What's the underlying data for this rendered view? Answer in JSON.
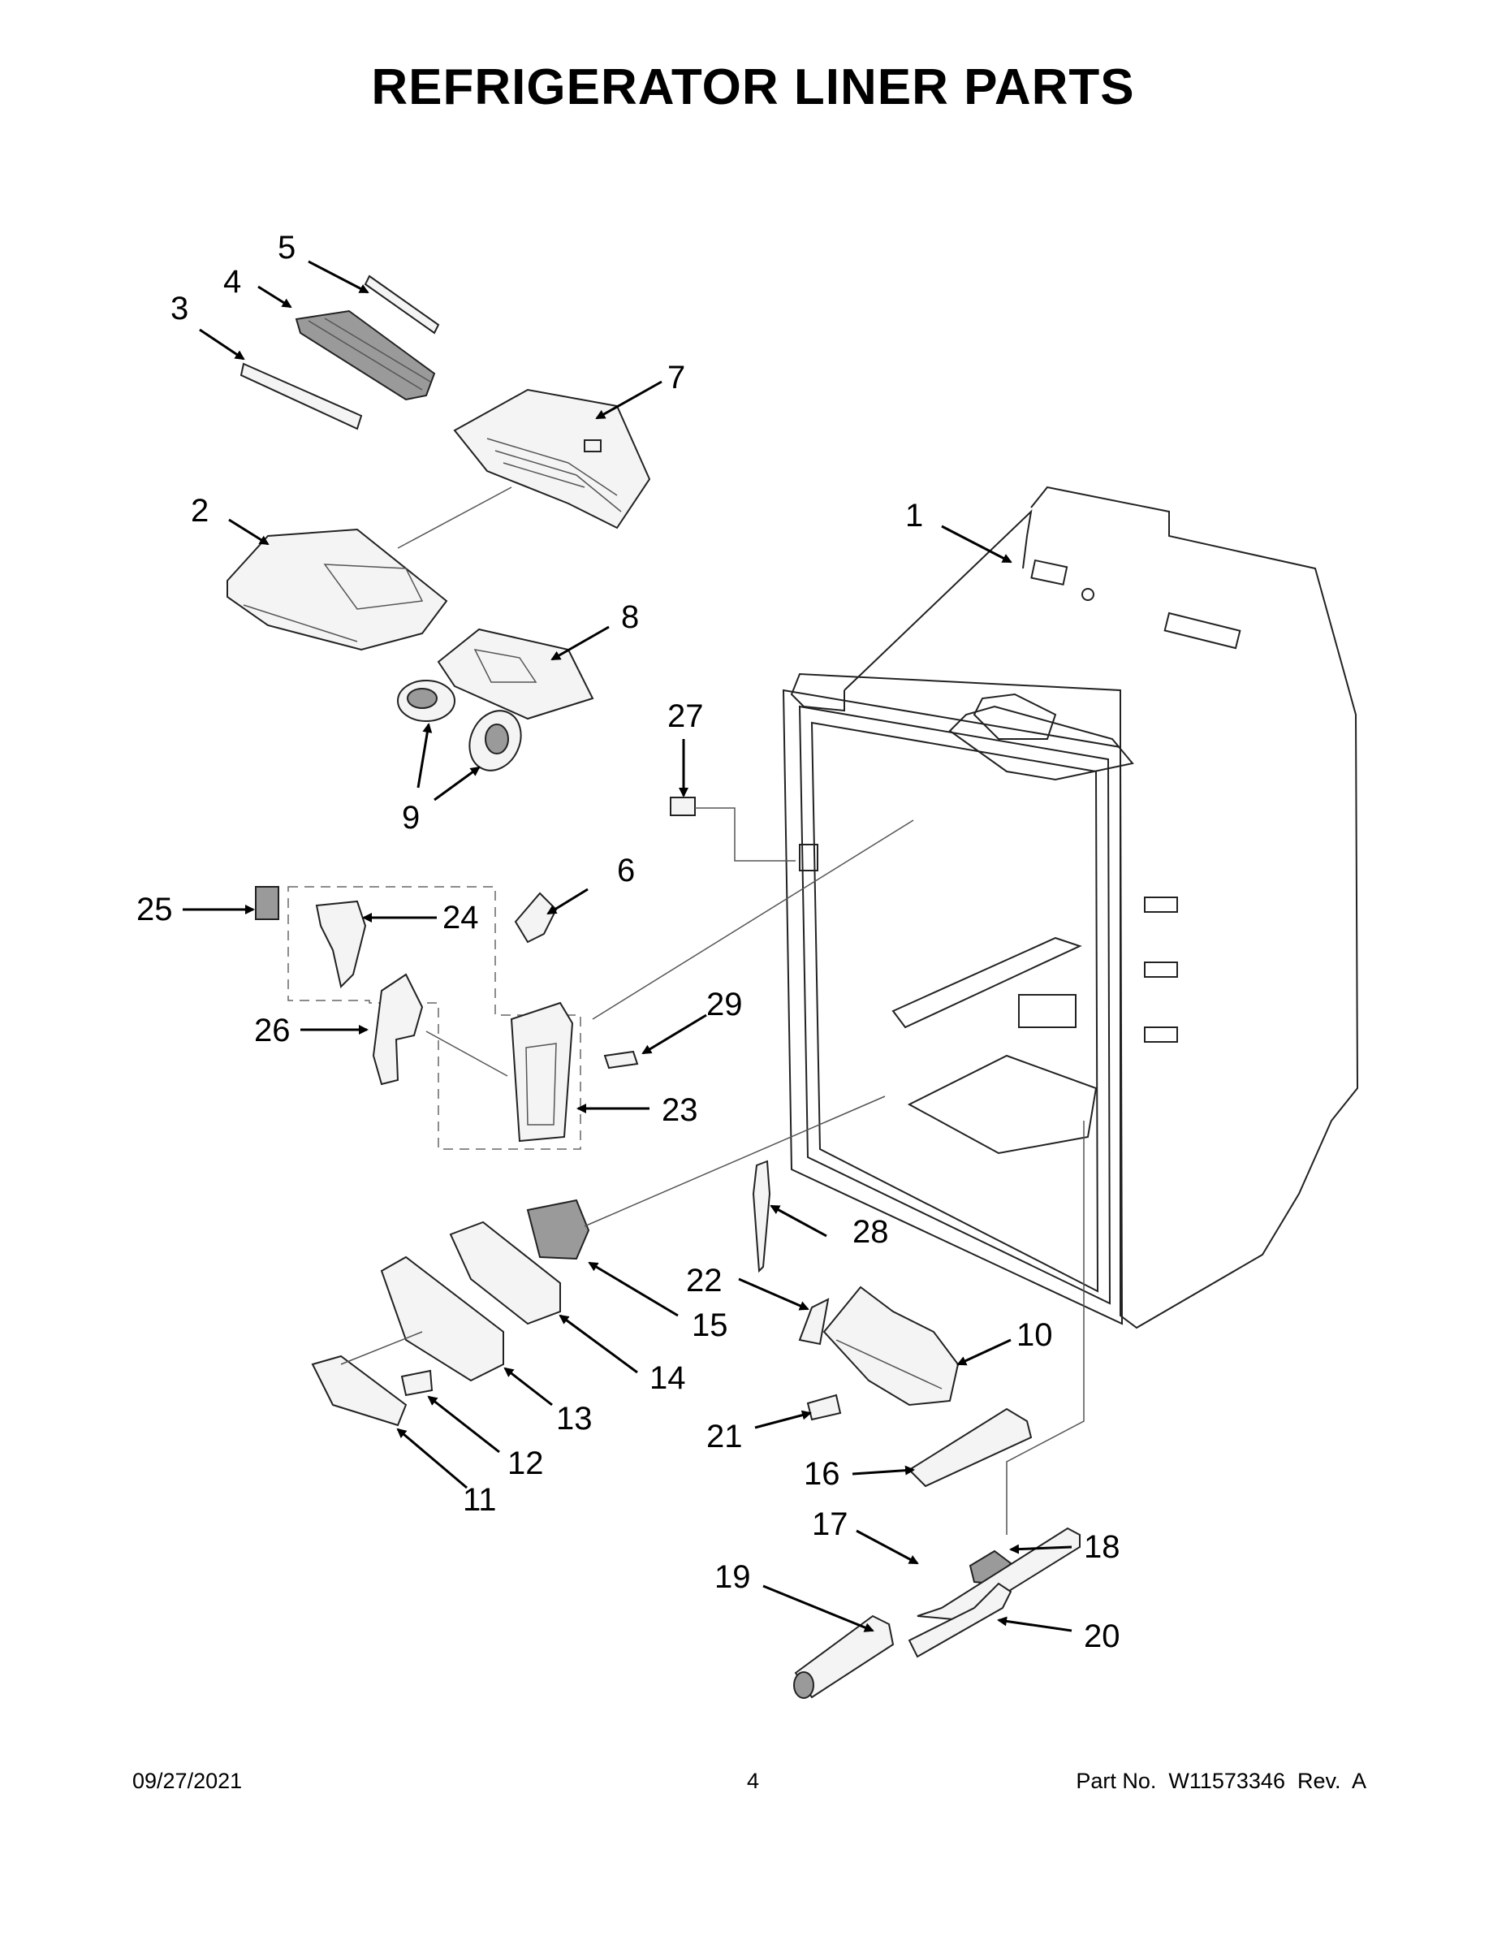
{
  "title": "REFRIGERATOR LINER PARTS",
  "callouts": [
    "1",
    "2",
    "3",
    "4",
    "5",
    "6",
    "7",
    "8",
    "9",
    "10",
    "11",
    "12",
    "13",
    "14",
    "15",
    "16",
    "17",
    "18",
    "19",
    "20",
    "21",
    "22",
    "23",
    "24",
    "25",
    "26",
    "27",
    "28",
    "29"
  ],
  "footer": {
    "date": "09/27/2021",
    "page": "4",
    "part": "Part No.  W11573346  Rev.  A"
  }
}
